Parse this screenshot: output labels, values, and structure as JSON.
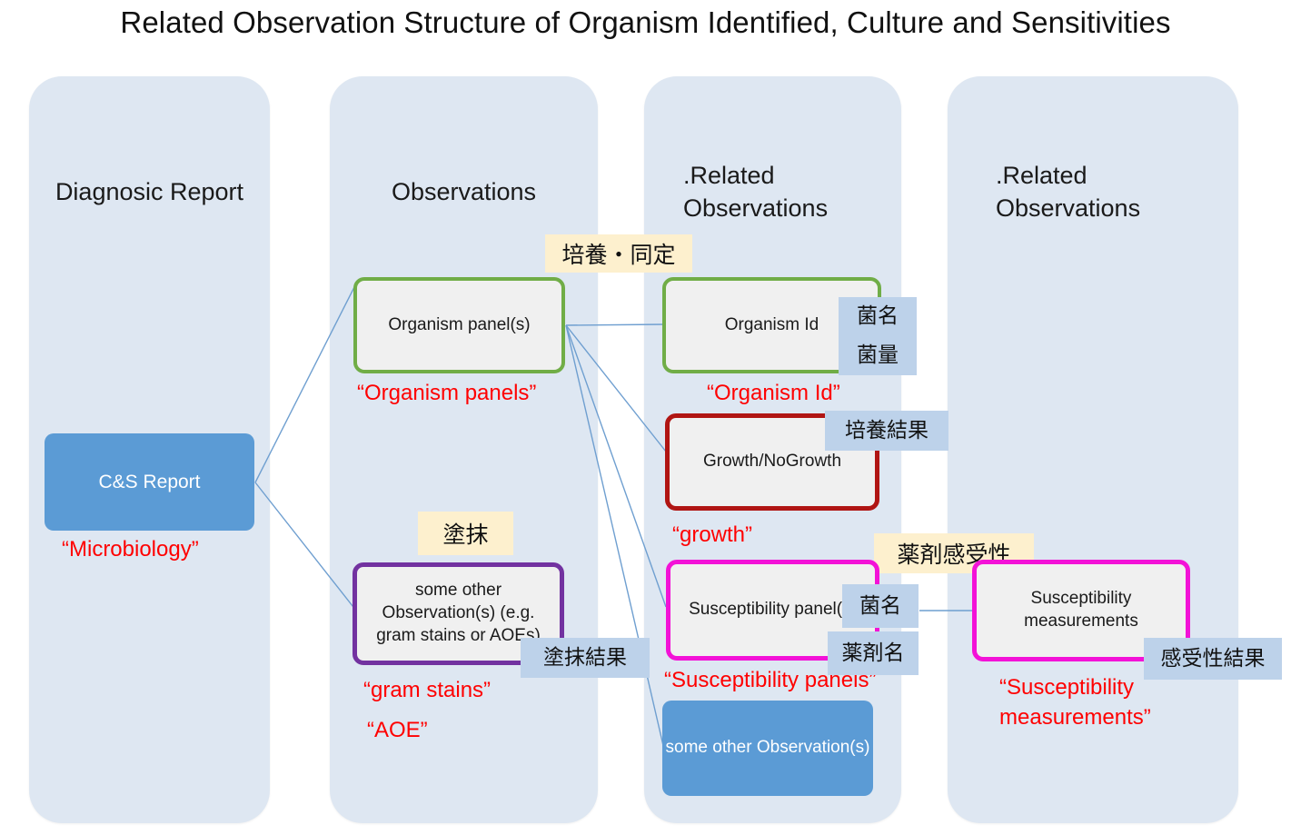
{
  "title": "Related Observation Structure of Organism Identified, Culture and Sensitivities",
  "columns": [
    {
      "id": "diagnostic-report",
      "title": "Diagnosic Report"
    },
    {
      "id": "observations",
      "title": "Observations"
    },
    {
      "id": "related-1",
      "title": ".Related\nObservations"
    },
    {
      "id": "related-2",
      "title": ".Related\nObservations"
    }
  ],
  "nodes": {
    "cs_report": {
      "label": "C&S Report",
      "style": "solid-blue"
    },
    "organism_panels": {
      "label": "Organism panel(s)",
      "style": "green-outline"
    },
    "organism_id": {
      "label": "Organism Id",
      "style": "green-outline"
    },
    "growth": {
      "label": "Growth/NoGrowth",
      "style": "darkred-outline"
    },
    "other_obs_left": {
      "label": "some other Observation(s) (e.g. gram stains or AOEs)",
      "style": "purple-outline"
    },
    "susc_panels": {
      "label": "Susceptibility panel(s)",
      "style": "magenta-outline"
    },
    "susc_measure": {
      "label": "Susceptibility measurements",
      "style": "magenta-outline"
    },
    "other_obs_right": {
      "label": "some other Observation(s)",
      "style": "solid-blue"
    }
  },
  "red_labels": {
    "microbiology": "“Microbiology”",
    "organism_panels": "“Organism panels”",
    "organism_id": "“Organism Id”",
    "growth": "“growth”",
    "gram_stains": "“gram stains”",
    "aoe": "“AOE”",
    "susc_panels": "“Susceptibility panels”",
    "susc_measure_1": "“Susceptibility",
    "susc_measure_2": "measurements”"
  },
  "jp_yellow_labels": {
    "culture_identification": "培養・同定",
    "smear": "塗抹",
    "drug_susceptibility": "薬剤感受性"
  },
  "jp_blue_badges": {
    "organism_id": [
      "菌名",
      "菌量"
    ],
    "growth": [
      "培養結果"
    ],
    "smear_result": [
      "塗抹結果"
    ],
    "susc_name": [
      "菌名"
    ],
    "susc_drug": [
      "薬剤名"
    ],
    "susc_result": [
      "感受性結果"
    ]
  },
  "colors": {
    "column_bg": "#dee7f2",
    "node_grey_fill": "#f0f0f0",
    "green_border": "#70ad47",
    "darkred_border": "#b01513",
    "purple_border": "#7232a0",
    "magenta_border": "#f312d7",
    "solid_blue": "#5b9bd5",
    "red_text": "#ff0000",
    "yellow_badge": "#fdf0ce",
    "blue_badge": "#bdd2ea",
    "connector": "#6f9fd0"
  }
}
